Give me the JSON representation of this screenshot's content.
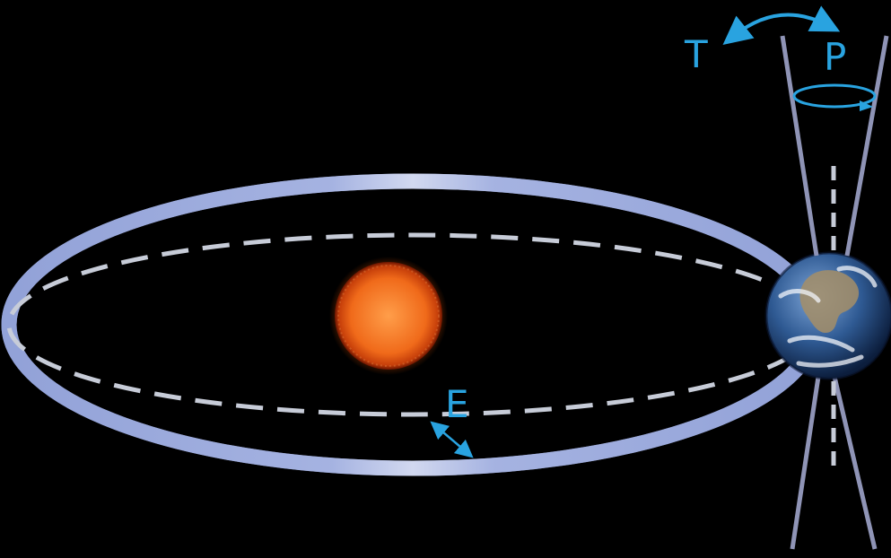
{
  "labels": {
    "eccentricity": "E",
    "obliquity": "T",
    "precession": "P"
  },
  "colors": {
    "background": "#000000",
    "label": "#29a3e0",
    "orbit_band": "#9aa9dc",
    "orbit_dashed": "#c7ccd8",
    "axis": "#8f94b6",
    "sun_core": "#f06a1a",
    "earth_ocean": "#2a4f86"
  }
}
